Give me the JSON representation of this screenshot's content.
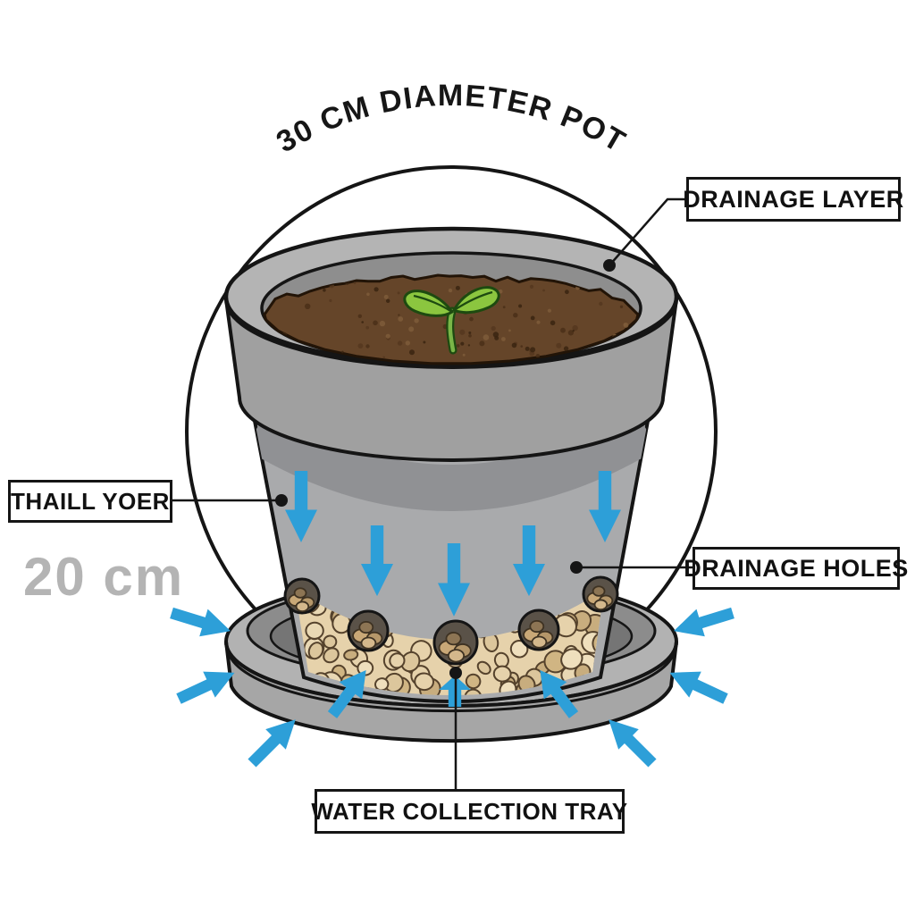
{
  "title": "30 CM DIAMETER POT",
  "labels": {
    "drainage_layer": "DRAINAGE LAYER",
    "soil_layer": "THAILL YOER",
    "drainage_holes": "DRAINAGE HOLES",
    "water_collection_tray": "WATER COLLECTION TRAY",
    "pot_height": "20 cm"
  },
  "colors": {
    "arrow_blue": "#2d9fd8",
    "outline_black": "#151515",
    "pot_body_gray": "#a9aaac",
    "pot_shadow_band": "#909194",
    "rim_gray": "#b4b4b4",
    "inner_wall_gray": "#8e8e8e",
    "tray_gray": "#b2b2b2",
    "soil_brown": "#654529",
    "leaf_green": "#8bc63f",
    "pebble_tan": "#e6d2ab",
    "dimension_gray": "#b4b4b4"
  }
}
